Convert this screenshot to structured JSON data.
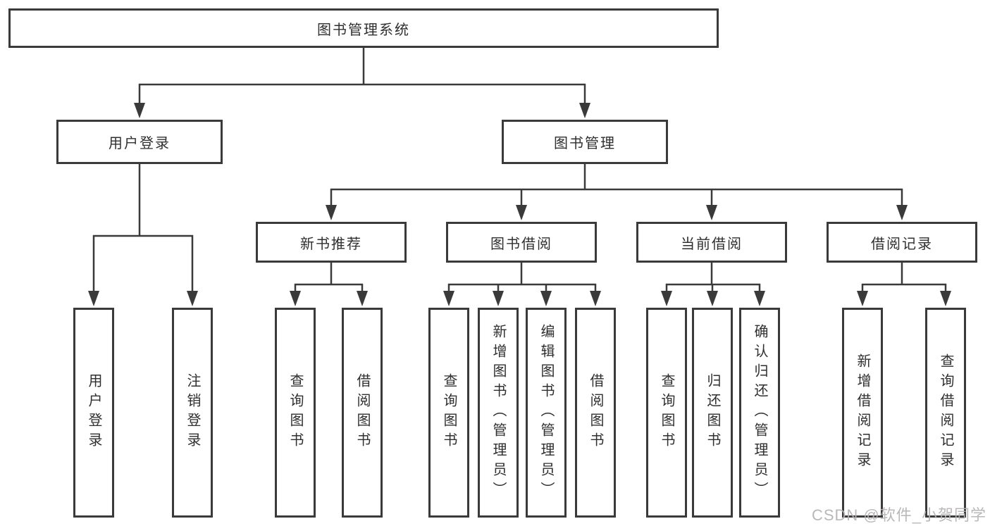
{
  "colors": {
    "line": "#3a3a3a",
    "text": "#2f2f2f",
    "watermark": "#b5b2b2"
  },
  "watermark": {
    "text": "CSDN @软件_小贺同学"
  },
  "tree": {
    "root": {
      "label": "图书管理系统"
    },
    "children": [
      {
        "label": "用户登录",
        "children": [
          {
            "label": "用户登录"
          },
          {
            "label": "注销登录"
          }
        ]
      },
      {
        "label": "图书管理",
        "children": [
          {
            "label": "新书推荐",
            "children": [
              {
                "label": "查询图书"
              },
              {
                "label": "借阅图书"
              }
            ]
          },
          {
            "label": "图书借阅",
            "children": [
              {
                "label": "查询图书"
              },
              {
                "label": "新增图书（管理员）"
              },
              {
                "label": "编辑图书（管理员）"
              },
              {
                "label": "借阅图书"
              }
            ]
          },
          {
            "label": "当前借阅",
            "children": [
              {
                "label": "查询图书"
              },
              {
                "label": "归还图书"
              },
              {
                "label": "确认归还（管理员）"
              }
            ]
          },
          {
            "label": "借阅记录",
            "children": [
              {
                "label": "新增借阅记录"
              },
              {
                "label": "查询借阅记录"
              }
            ]
          }
        ]
      }
    ]
  }
}
